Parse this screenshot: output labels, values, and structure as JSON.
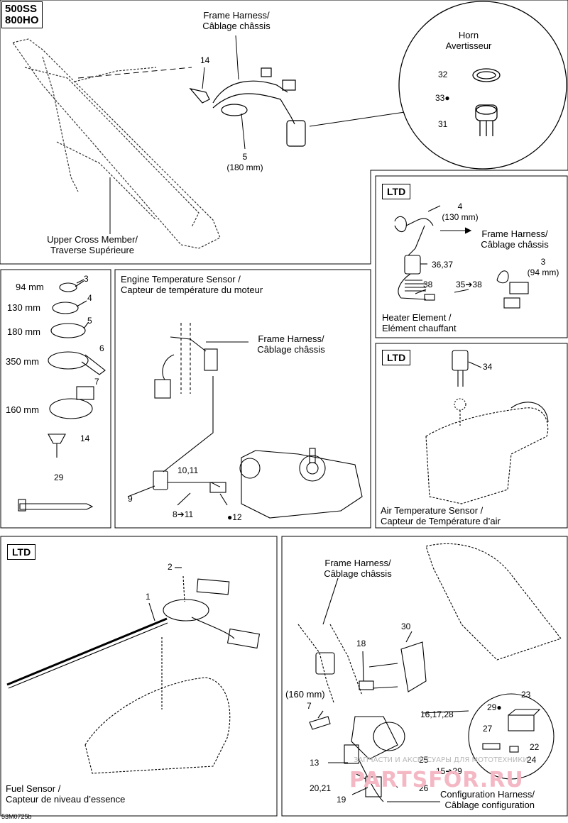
{
  "models": [
    "500SS",
    "800HO"
  ],
  "ltd_tag": "LTD",
  "frame_harness": [
    "Frame Harness/",
    "Câblage châssis"
  ],
  "horn": {
    "title": [
      "Horn",
      "Avertisseur"
    ],
    "parts": [
      "32",
      "33",
      "31"
    ]
  },
  "upper_cross_member": [
    "Upper Cross Member/",
    "Traverse Supérieure"
  ],
  "top_parts": {
    "screw": "14",
    "tie": "5",
    "tie_len": "(180 mm)"
  },
  "heater": {
    "caption": [
      "Heater Element /",
      "Elément chauffant"
    ],
    "p4": "4",
    "p4_len": "(130 mm)",
    "p3": "3",
    "p3_len": "(94 mm)",
    "p36": "36,37",
    "p38": "38",
    "p35": "35➔38"
  },
  "legend": [
    {
      "len": "94 mm",
      "num": "3"
    },
    {
      "len": "130 mm",
      "num": "4"
    },
    {
      "len": "180 mm",
      "num": "5"
    },
    {
      "len": "350 mm",
      "num": "6"
    },
    {
      "len": "160 mm",
      "num": "7"
    },
    {
      "len": "",
      "num": "14"
    },
    {
      "len": "",
      "num": "29"
    }
  ],
  "engine_temp": {
    "title": [
      "Engine Temperature Sensor /",
      "Capteur de température du moteur"
    ],
    "p1011": "10,11",
    "p9": "9",
    "p811": "8➔11",
    "p12": "12"
  },
  "air_temp": {
    "caption": [
      "Air Temperature Sensor /",
      "Capteur de Température d’air"
    ],
    "p34": "34"
  },
  "fuel": {
    "caption": [
      "Fuel Sensor /",
      "Capteur de niveau d’essence"
    ],
    "p2": "2",
    "p1": "1"
  },
  "config": {
    "caption": [
      "Configuration Harness/",
      "Câblage configuration"
    ],
    "p30": "30",
    "p18": "18",
    "p160": "(160 mm)",
    "p7": "7",
    "p1628": "16,17,28",
    "p13": "13",
    "p2021": "20,21",
    "p19": "19",
    "p25": "25",
    "p1529": "15➔29",
    "p26": "26",
    "p23": "23",
    "p29": "29",
    "p27": "27",
    "p22": "22",
    "p24": "24"
  },
  "watermark": {
    "line1": "ЗАПЧАСТИ И АКСЕССУАРЫ ДЛЯ МОТОТЕХНИКИ",
    "line2": "PARTSFOR.RU"
  },
  "drawing_code": "53M0725b"
}
